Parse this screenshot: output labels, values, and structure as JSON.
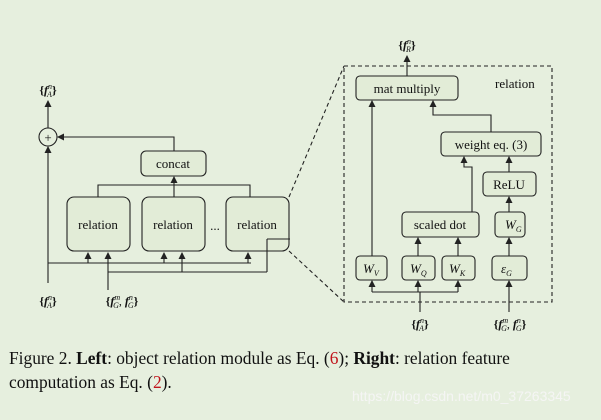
{
  "left": {
    "out_label": "{f_A^n}",
    "plus": "+",
    "concat": "concat",
    "relations": [
      "relation",
      "relation",
      "relation"
    ],
    "ellipsis": "...",
    "in_a": "{f_A^n}",
    "in_g": "{f_G^m, f_G^n}"
  },
  "right": {
    "title": "relation",
    "out_label": "{f_R^n}",
    "mat_multiply": "mat multiply",
    "weight_eq": "weight eq. (3)",
    "relu": "ReLU",
    "scaled_dot": "scaled dot",
    "wg": "W_G",
    "wv": "W_V",
    "wq": "W_Q",
    "wk": "W_K",
    "eg": "ε_G",
    "in_a": "{f_A^n}",
    "in_g": "{f_G^m, f_G^n}"
  },
  "caption": {
    "figure": "Figure 2.",
    "left_label": "Left",
    "left_text": ": object relation module as Eq. (",
    "left_ref": "6",
    "left_end": ");",
    "right_label": "Right",
    "right_text": ": relation feature computation as Eq. (",
    "right_ref": "2",
    "right_end": ")."
  },
  "watermark": "https://blog.csdn.net/m0_37263345"
}
